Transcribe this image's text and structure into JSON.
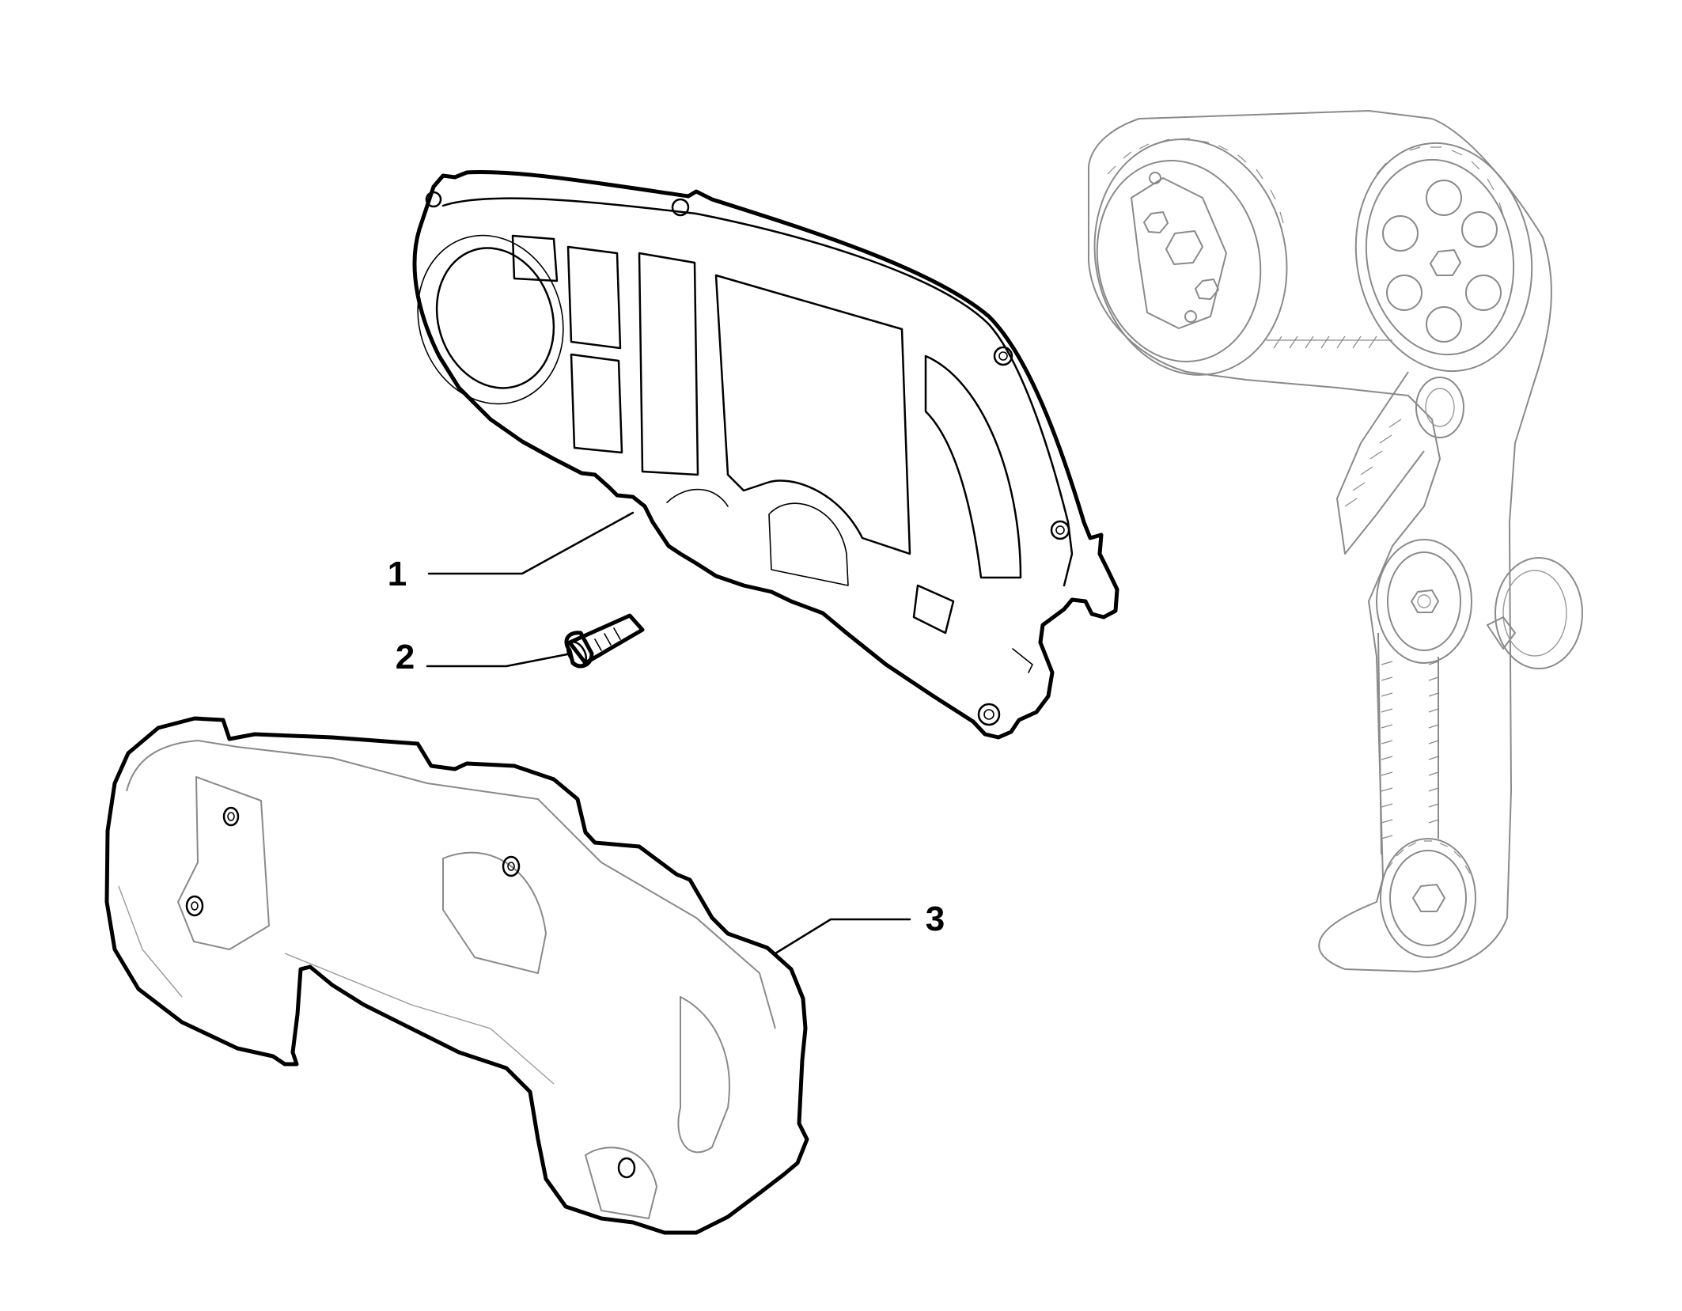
{
  "callouts": [
    {
      "id": "1",
      "label": "1"
    },
    {
      "id": "2",
      "label": "2"
    },
    {
      "id": "3",
      "label": "3"
    }
  ],
  "colors": {
    "line": "#000000",
    "ghost_line": "#8a8a8a",
    "background": "#ffffff"
  }
}
